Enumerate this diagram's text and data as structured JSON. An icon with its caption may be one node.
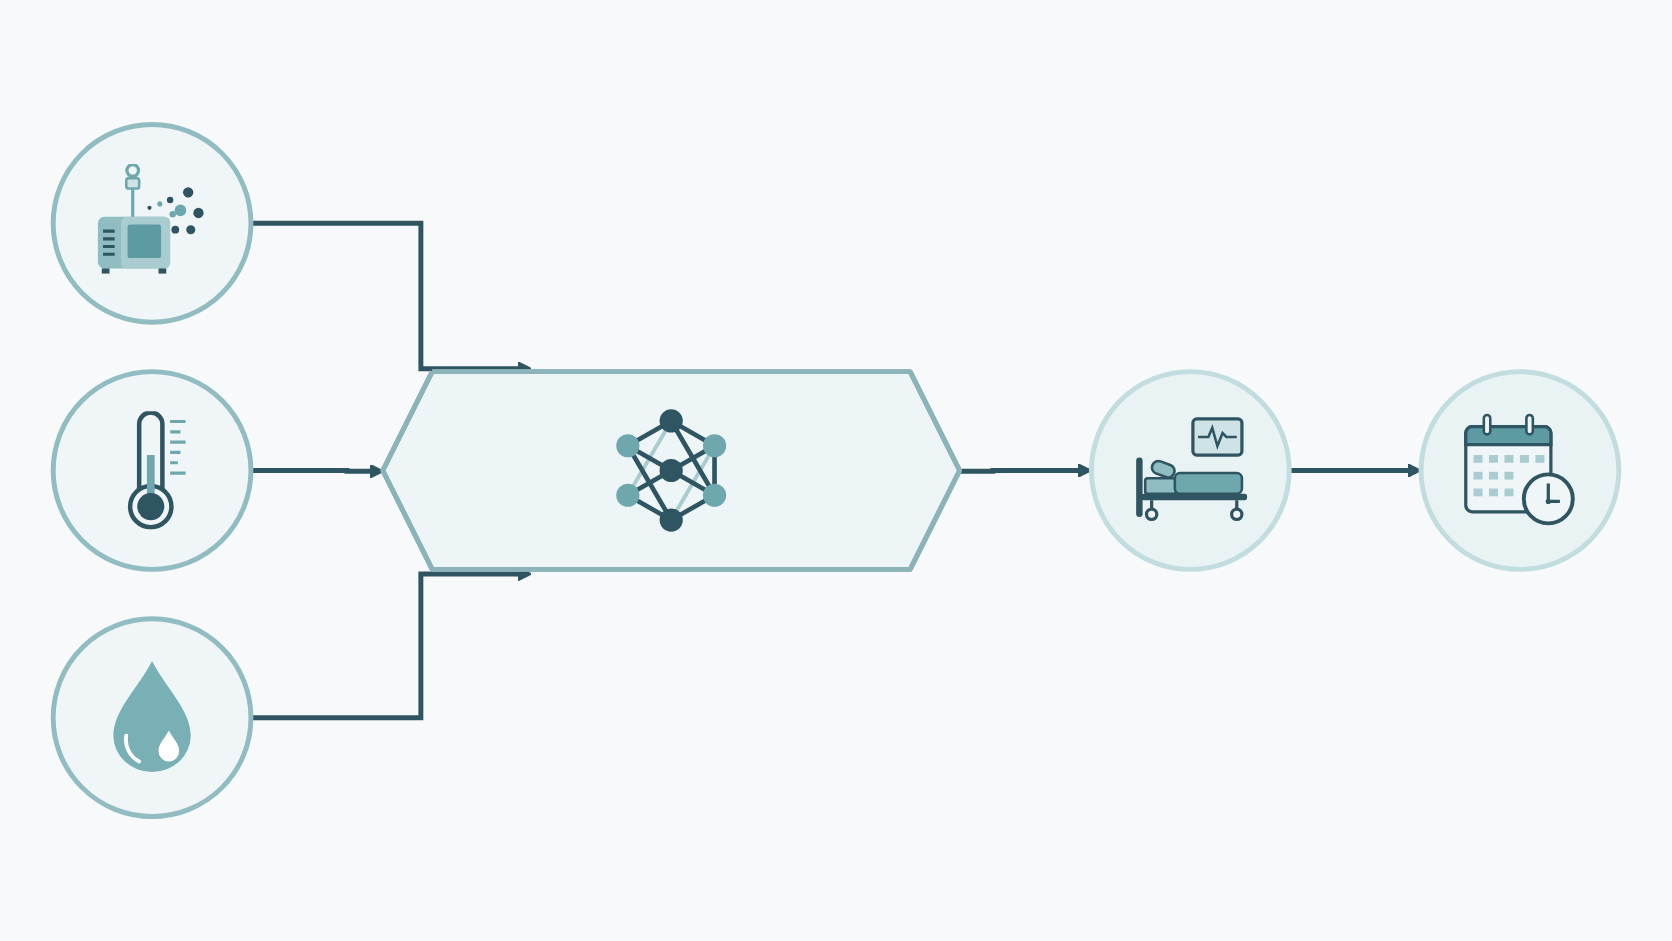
{
  "diagram": {
    "nodes": [
      {
        "text": [],
        "shape": "circle"
      },
      {
        "text": [],
        "shape": "circle"
      },
      {
        "text": [],
        "shape": "circle"
      },
      {
        "text": [],
        "shape": "hexagon"
      },
      {
        "text": [],
        "shape": "circle"
      },
      {
        "text": [],
        "shape": "circle"
      }
    ],
    "edges": [
      {
        "from": 0,
        "to": 3,
        "arrow": "to"
      },
      {
        "from": 1,
        "to": 3,
        "arrow": "to"
      },
      {
        "from": 2,
        "to": 3,
        "arrow": "to"
      },
      {
        "from": 3,
        "to": 4,
        "arrow": "to"
      },
      {
        "from": 4,
        "to": 5,
        "arrow": "to"
      }
    ]
  }
}
